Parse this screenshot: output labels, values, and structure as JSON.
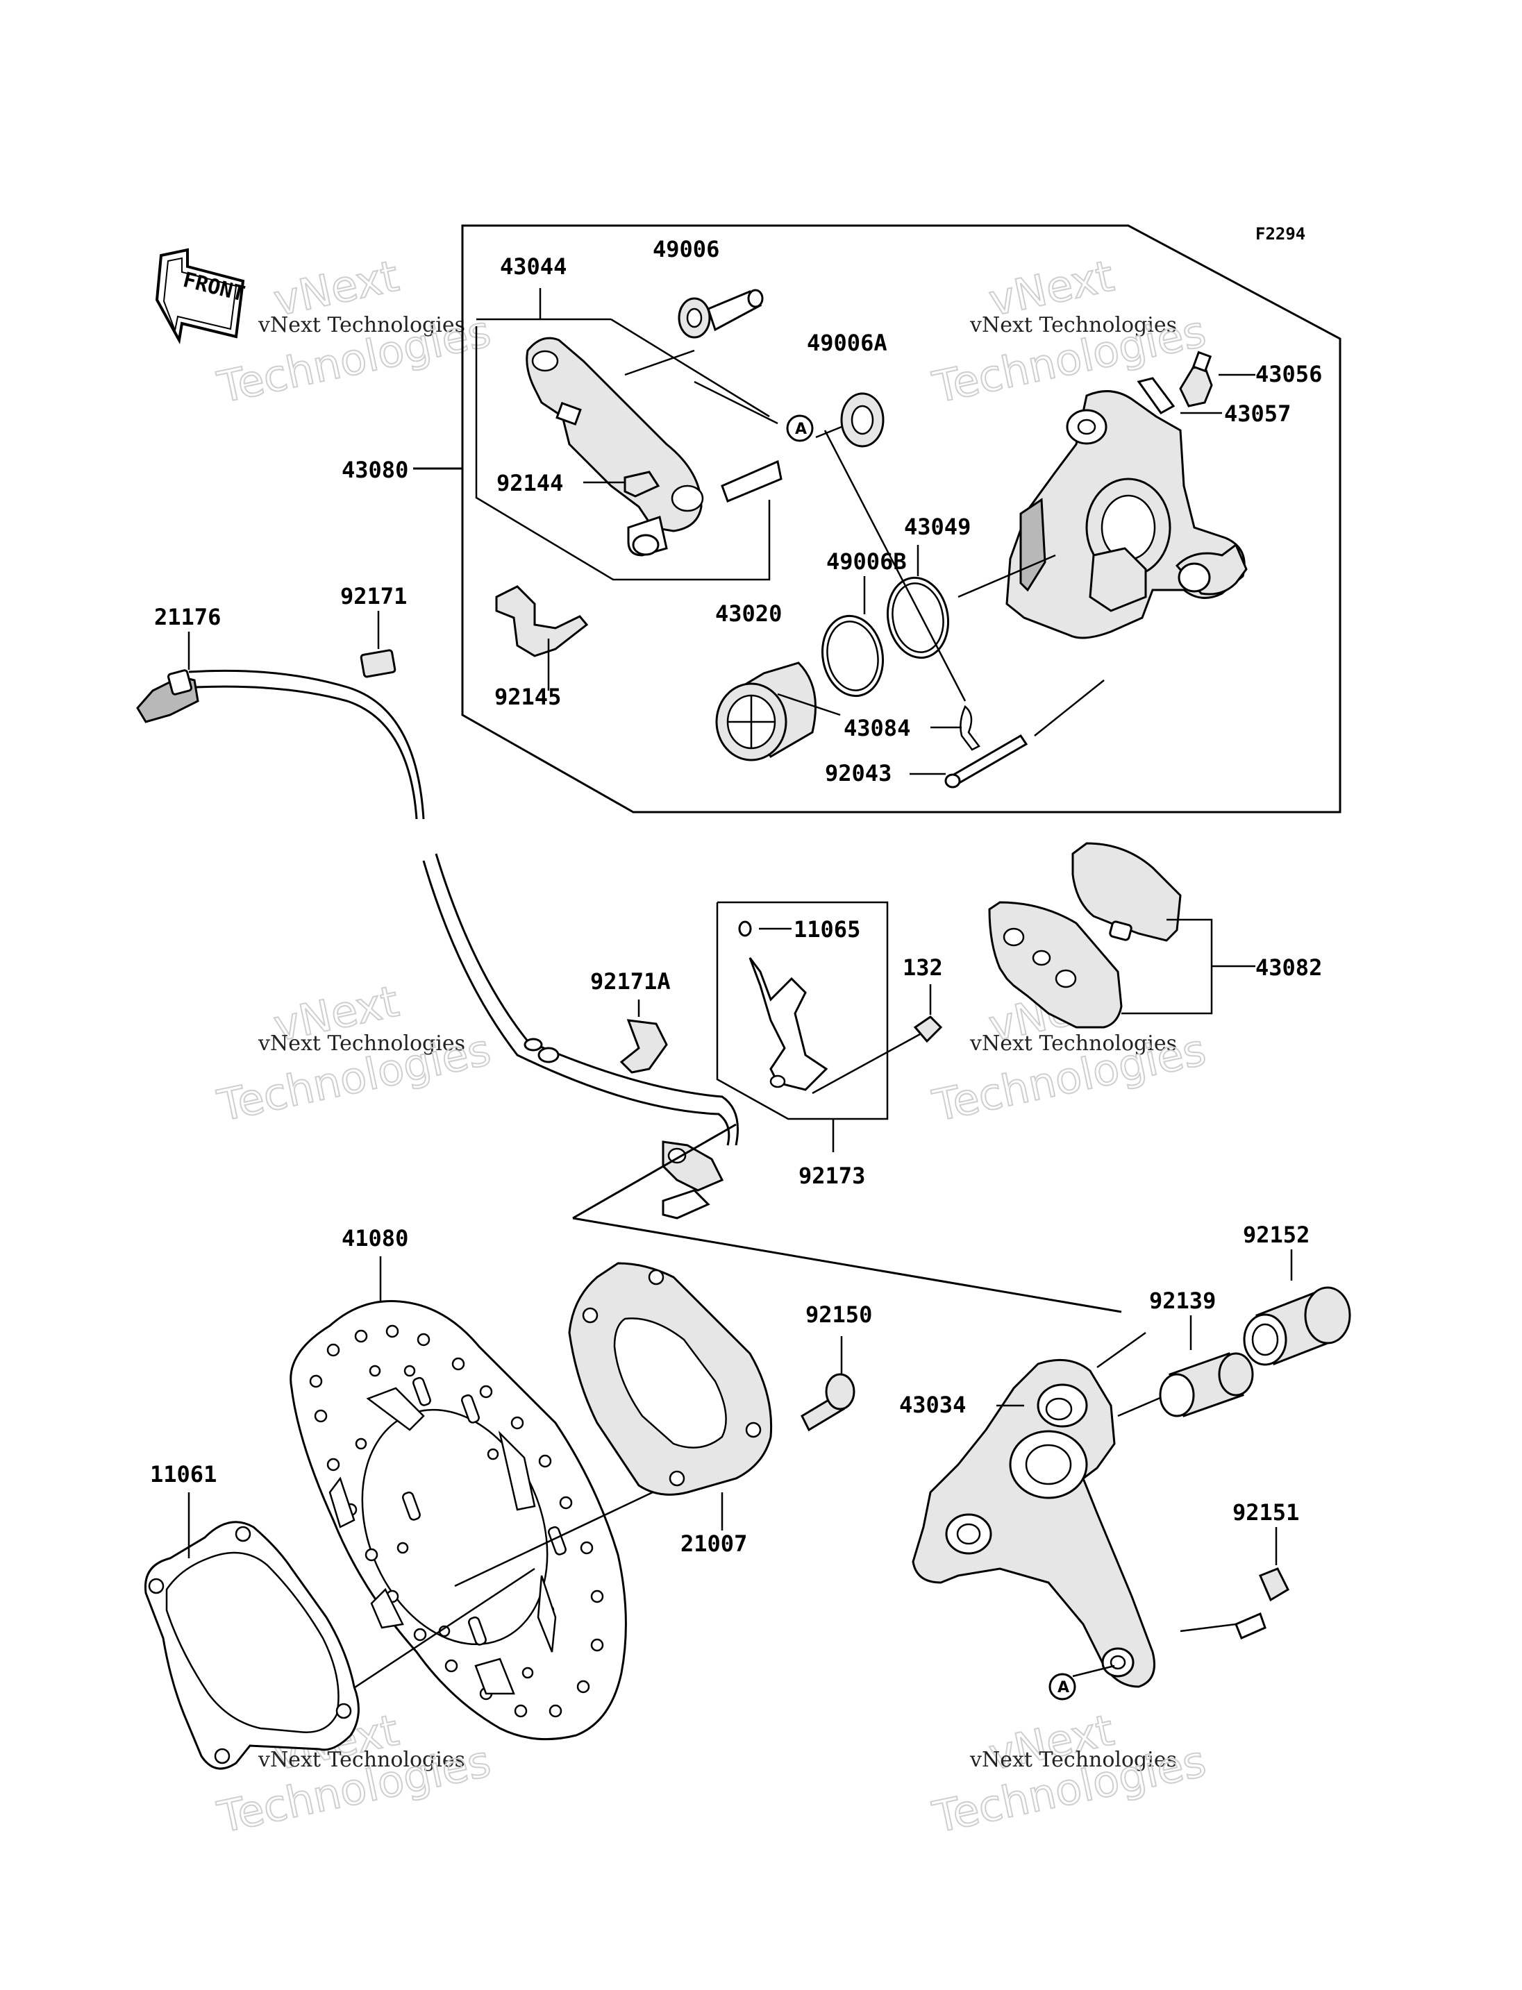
{
  "figure_code": "F2294",
  "front_marker": "FRONT",
  "watermark": {
    "line1": "vNext",
    "line2": "vNext Technologies",
    "line3": "Technologies"
  },
  "callout_marker": "A",
  "parts": [
    "43044",
    "49006",
    "49006A",
    "43056",
    "43057",
    "43080",
    "92144",
    "43049",
    "49006B",
    "43020",
    "92171",
    "21176",
    "92145",
    "43084",
    "92043",
    "11065",
    "132",
    "43082",
    "92171A",
    "92173",
    "41080",
    "92152",
    "92139",
    "92150",
    "43034",
    "11061",
    "92151",
    "21007"
  ]
}
